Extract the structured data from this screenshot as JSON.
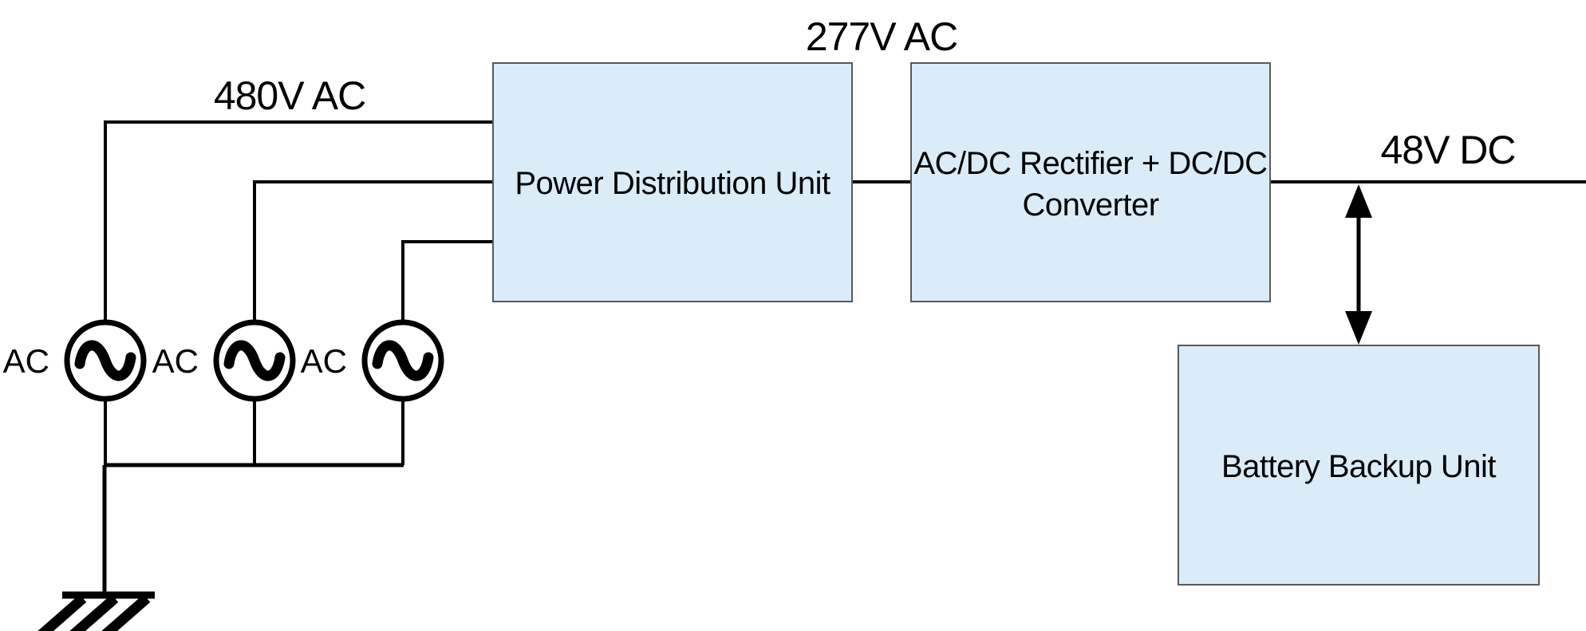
{
  "diagram": {
    "type": "power-architecture-block-diagram",
    "voltage_labels": {
      "input": "480V AC",
      "intermediate": "277V AC",
      "output": "48V DC"
    },
    "blocks": {
      "pdu": {
        "label": "Power Distribution Unit"
      },
      "rectifier": {
        "line1": "AC/DC Rectifier + DC/DC",
        "line2": "Converter"
      },
      "battery": {
        "label": "Battery Backup Unit"
      }
    },
    "sources": [
      {
        "label": "AC"
      },
      {
        "label": "AC"
      },
      {
        "label": "AC"
      }
    ],
    "colors": {
      "block_fill": "#D9ECF8",
      "block_border": "#595959",
      "line": "#000000",
      "background": "#FFFFFF"
    }
  }
}
